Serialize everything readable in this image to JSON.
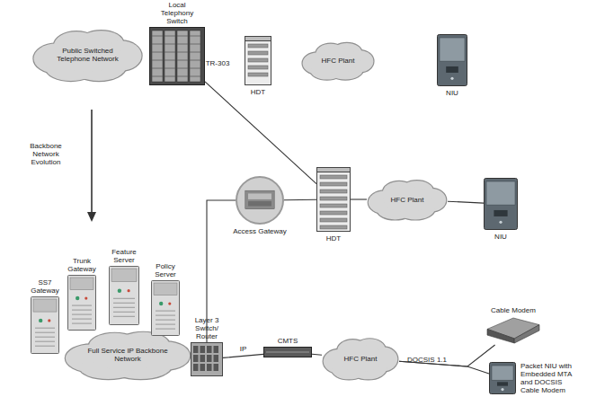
{
  "diagram": {
    "nodes": [
      {
        "text": [
          "Public Switched Telephone Network"
        ]
      },
      {
        "text": [
          "Local Telephony Switch"
        ]
      },
      {
        "text": [
          "HDT"
        ]
      },
      {
        "text": [
          "HFC Plant"
        ]
      },
      {
        "text": [
          "NIU"
        ]
      },
      {
        "text": [
          "Access Gateway"
        ]
      },
      {
        "text": [
          "HDT"
        ]
      },
      {
        "text": [
          "HFC Plant"
        ]
      },
      {
        "text": [
          "NIU"
        ]
      },
      {
        "text": [
          "Trunk Gateway"
        ]
      },
      {
        "text": [
          "Feature Server"
        ]
      },
      {
        "text": [
          "Policy Server"
        ]
      },
      {
        "text": [
          "SS7 Gateway"
        ]
      },
      {
        "text": [
          "Full Service IP Backbone Network"
        ]
      },
      {
        "text": [
          "Layer 3 Switch/ Router"
        ]
      },
      {
        "text": [
          "CMTS"
        ]
      },
      {
        "text": [
          "HFC Plant"
        ]
      },
      {
        "text": [
          "Cable Modem"
        ]
      },
      {
        "text": [
          "Packet NIU with Embedded MTA and DOCSIS Cable Modem"
        ]
      }
    ],
    "edges": [
      {
        "from": 1,
        "to": 6,
        "arrow": "none"
      },
      {
        "from": 5,
        "to": 6,
        "arrow": "none"
      },
      {
        "from": 6,
        "to": 7,
        "arrow": "none"
      },
      {
        "from": 7,
        "to": 8,
        "arrow": "none"
      },
      {
        "from": 14,
        "to": 5,
        "arrow": "none"
      },
      {
        "from": 13,
        "to": 14,
        "arrow": "none"
      },
      {
        "from": 14,
        "to": 15,
        "label": "IP",
        "arrow": "none"
      },
      {
        "from": 15,
        "to": 16,
        "arrow": "none"
      },
      {
        "from": 16,
        "to": 17,
        "arrow": "none"
      },
      {
        "from": 16,
        "to": 18,
        "arrow": "none"
      }
    ],
    "labels": [
      "TR-303",
      "Backbone Network Evolution",
      "DOCSIS 1.1"
    ]
  }
}
